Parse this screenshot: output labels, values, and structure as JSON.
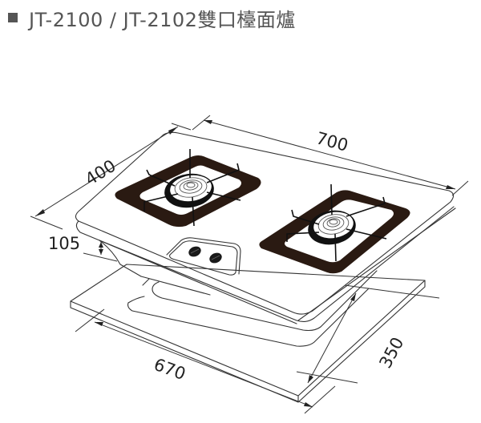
{
  "title": {
    "bullet_icon": "square-bullet-icon",
    "text": "JT-2100 / JT-2102雙口檯面爐"
  },
  "dimensions": {
    "depth": "400",
    "width": "700",
    "height": "105",
    "cutout_width": "670",
    "cutout_depth": "350"
  },
  "colors": {
    "line": "#333333",
    "grate_dark": "#2a1a12",
    "title": "#555555"
  }
}
